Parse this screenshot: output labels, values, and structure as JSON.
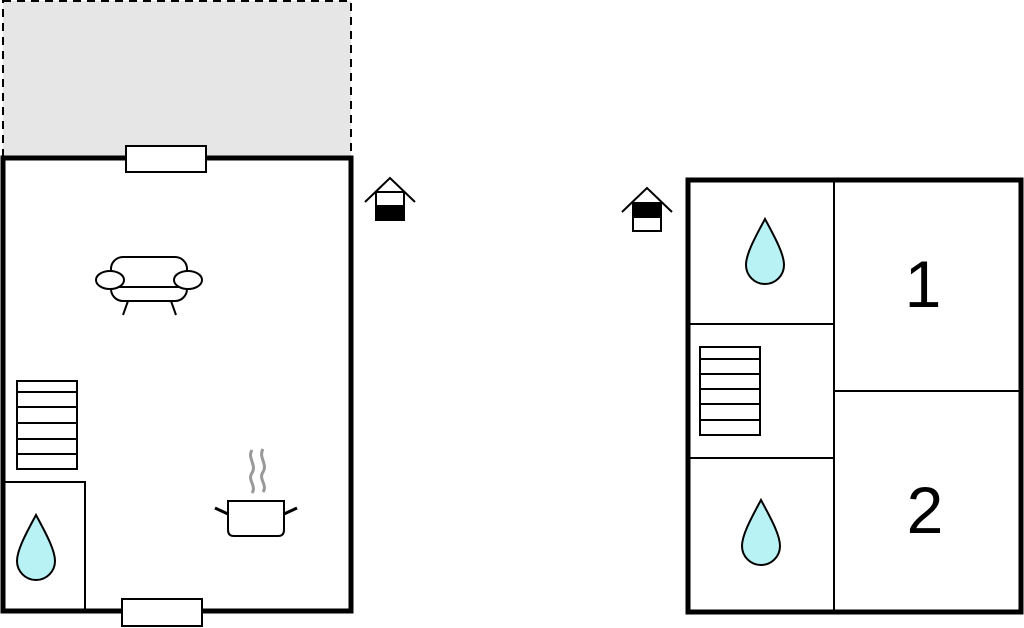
{
  "floor_plan": {
    "rooms": [
      {
        "id": "bedroom-1",
        "label": "1"
      },
      {
        "id": "bedroom-2",
        "label": "2"
      }
    ],
    "icons": [
      "sofa-icon",
      "stairs-icon",
      "water-drop-icon",
      "cooking-pot-icon",
      "house-entry-icon",
      "window-icon",
      "terrace-area"
    ],
    "colors": {
      "wall": "#000000",
      "terrace": "#e6e6e6",
      "water": "#b8f2f5"
    }
  }
}
